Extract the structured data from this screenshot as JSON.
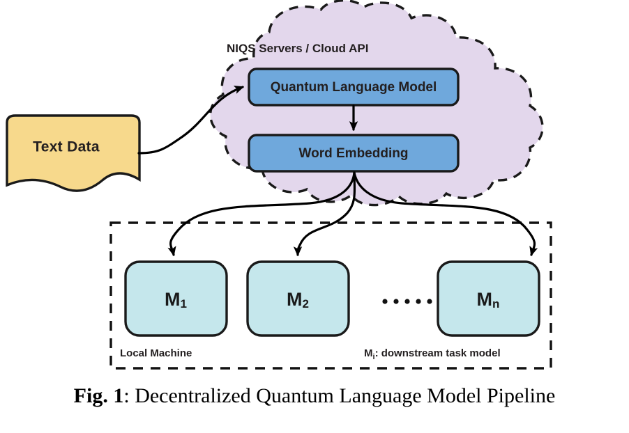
{
  "figure": {
    "caption_prefix": "Fig. 1",
    "caption_separator": ":",
    "caption_text": "Decentralized Quantum Language Model Pipeline"
  },
  "colors": {
    "cloud_fill": "#e3d7ec",
    "blue_fill": "#6fa8dc",
    "yellow_fill": "#f7d98c",
    "teal_fill": "#c5e7ec",
    "stroke": "#1a1a1a",
    "text": "#231f20",
    "background": "#ffffff"
  },
  "source": {
    "label": "Text Data",
    "shape": "document-tape"
  },
  "cloud": {
    "label": "NIQS Servers / Cloud API",
    "nodes": [
      {
        "id": "qlm",
        "label": "Quantum Language Model"
      },
      {
        "id": "word_embedding",
        "label": "Word Embedding"
      }
    ]
  },
  "local_machine": {
    "region_label": "Local Machine",
    "legend_prefix": "M",
    "legend_subscript": "i",
    "legend_text": ": downstream task model",
    "models": [
      {
        "base": "M",
        "sub": "1"
      },
      {
        "base": "M",
        "sub": "2"
      },
      {
        "base": "M",
        "sub": "n"
      }
    ],
    "ellipsis": "······"
  },
  "edges": [
    {
      "from": "Text Data",
      "to": "Quantum Language Model",
      "style": "curved-arrow"
    },
    {
      "from": "Quantum Language Model",
      "to": "Word Embedding",
      "style": "straight-arrow"
    },
    {
      "from": "Word Embedding",
      "to": "M1",
      "style": "curved-arrow"
    },
    {
      "from": "Word Embedding",
      "to": "M2",
      "style": "curved-arrow"
    },
    {
      "from": "Word Embedding",
      "to": "Mn",
      "style": "curved-arrow"
    }
  ]
}
